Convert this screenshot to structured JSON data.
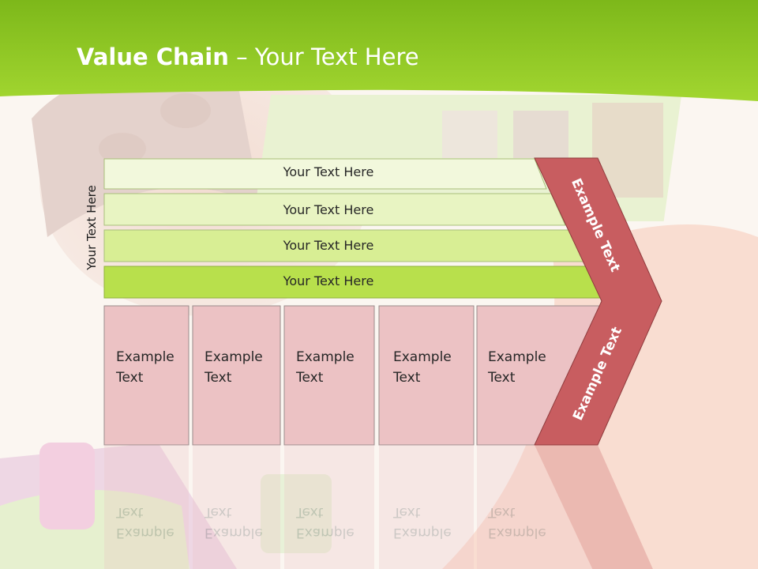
{
  "slide": {
    "title_bold": "Value Chain",
    "title_rest": " – Your Text Here",
    "side_label": "Your Text Here"
  },
  "bars": [
    {
      "label": "Your Text Here"
    },
    {
      "label": "Your Text Here"
    },
    {
      "label": "Your Text Here"
    },
    {
      "label": "Your Text Here"
    }
  ],
  "activities": [
    {
      "line1": "Example",
      "line2": "Text"
    },
    {
      "line1": "Example",
      "line2": "Text"
    },
    {
      "line1": "Example",
      "line2": "Text"
    },
    {
      "line1": "Example",
      "line2": "Text"
    },
    {
      "line1": "Example",
      "line2": "Text"
    }
  ],
  "arrow": {
    "upper_label": "Example Text",
    "lower_label": "Example Text"
  },
  "colors": {
    "header_green": "#8cc21a",
    "bar_fills": [
      "#f2f8dc",
      "#e8f4c2",
      "#d8ee94",
      "#b8e04c"
    ],
    "box_fill": "#ecc2c4",
    "arrow_fill": "#c85d60"
  }
}
